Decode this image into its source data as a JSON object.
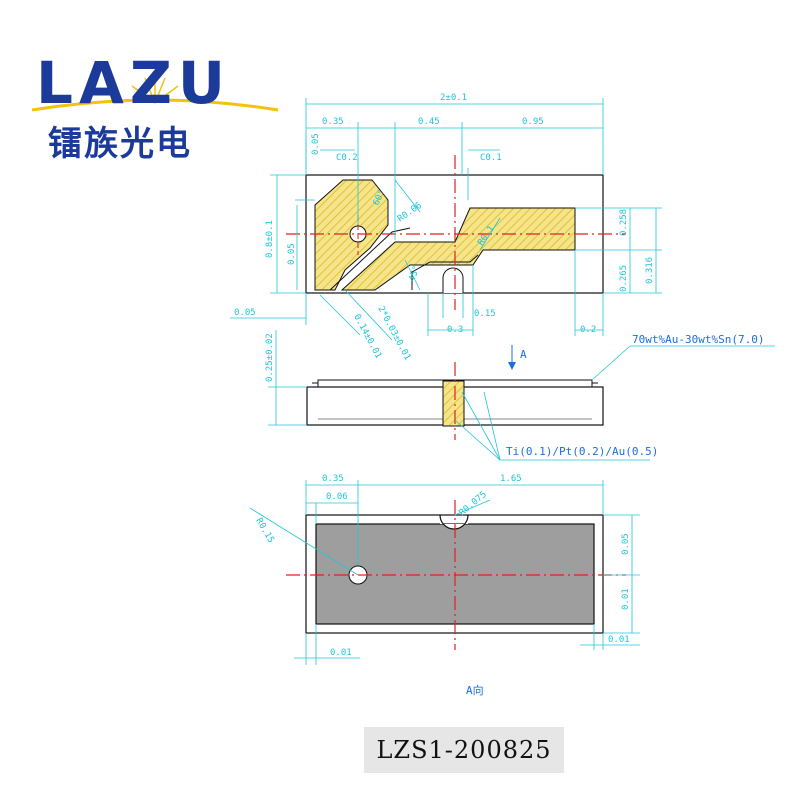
{
  "logo": {
    "brand_text": "LAZU",
    "chinese_text": "镭族光电",
    "brand_color": "#1b3a9a",
    "accent_color": "#f2c20c"
  },
  "top_view": {
    "width_label": "2±0.1",
    "segment_labels": [
      "0.35",
      "0.45",
      "0.95"
    ],
    "left_labels": [
      "0.05",
      "0.8±0.1",
      "0.05"
    ],
    "right_labels": [
      "0.258",
      "0.265",
      "0.316"
    ],
    "callouts": [
      "C0.2",
      "C0.1",
      "R0.06",
      "R0.1",
      "60°",
      "45°"
    ],
    "bottom_labels": [
      "0.05",
      "0.14±0.01",
      "2*0.03±0.01",
      "0.3",
      "0.15",
      "0.2"
    ]
  },
  "side_view": {
    "thickness_label": "0.25±0.02",
    "view_arrow_label": "A",
    "solder_label": "70wt%Au-30wt%Sn(7.0)",
    "metal_label": "Ti(0.1)/Pt(0.2)/Au(0.5)"
  },
  "bottom_view": {
    "width_label": "1.65",
    "left_label": "0.35",
    "offset_label": "0.06",
    "hole_label": "R0.15",
    "notch_label": "R0.075",
    "right_labels": [
      "0.05",
      "0.01"
    ],
    "bottom_labels": [
      "0.01",
      "0.01"
    ],
    "view_title": "A向"
  },
  "part_code": "LZS1-200825",
  "colors": {
    "outline": "#111111",
    "dimension": "#1fc6d6",
    "centerline": "#e02020",
    "pad_fill": "#f4e48a",
    "pad_hatch": "#e2b624",
    "metal_fill": "#9e9e9e",
    "label": "#1a6fe0"
  }
}
